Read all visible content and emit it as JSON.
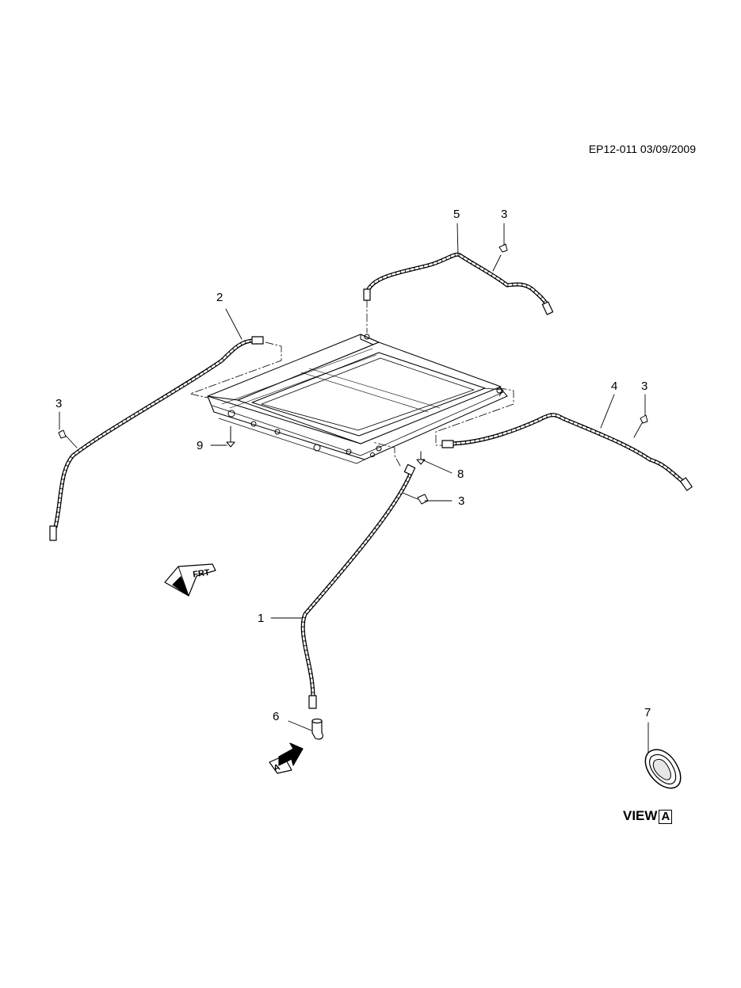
{
  "document_id": "EP12-011 03/09/2009",
  "callouts": [
    {
      "id": "c5",
      "label": "5"
    },
    {
      "id": "c3a",
      "label": "3"
    },
    {
      "id": "c2",
      "label": "2"
    },
    {
      "id": "c3b",
      "label": "3"
    },
    {
      "id": "c4",
      "label": "4"
    },
    {
      "id": "c3c",
      "label": "3"
    },
    {
      "id": "c9",
      "label": "9"
    },
    {
      "id": "c8",
      "label": "8"
    },
    {
      "id": "c3d",
      "label": "3"
    },
    {
      "id": "c1",
      "label": "1"
    },
    {
      "id": "c6",
      "label": "6"
    },
    {
      "id": "c7",
      "label": "7"
    }
  ],
  "frt_arrow_text": "FRT",
  "view_arrow_letter": "A",
  "view_label": {
    "prefix": "VIEW",
    "letter": "A"
  }
}
